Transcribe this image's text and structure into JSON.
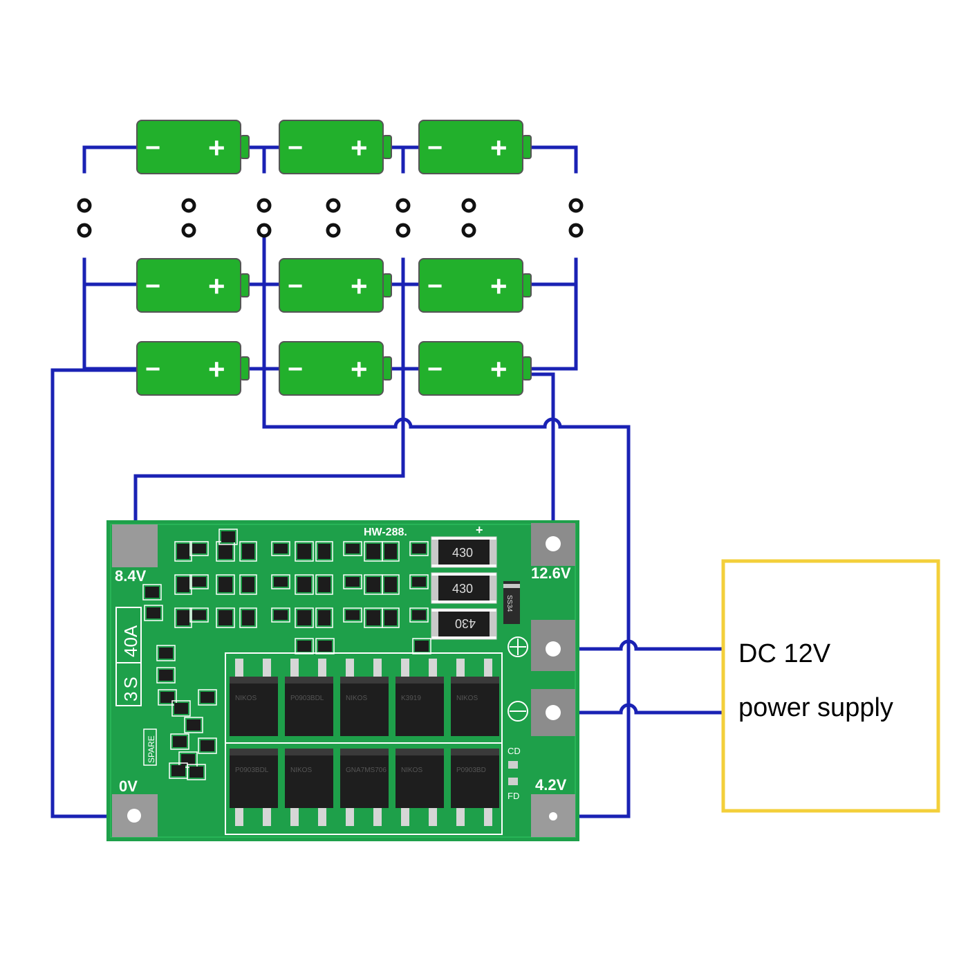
{
  "colors": {
    "wire": "#1a22b4",
    "battery_fill": "#22b02c",
    "battery_stroke": "#555555",
    "pcb": "#1ea04a",
    "pcb_dark": "#127a36",
    "supply_border": "#f3cf3a",
    "pad": "#9a9a9a"
  },
  "battery": {
    "minus_symbol": "−",
    "plus_symbol": "+",
    "grid": {
      "rows": 3,
      "columns": 3
    }
  },
  "board": {
    "model": "HW-288.",
    "spec_cells": "3S",
    "spec_current": "40A",
    "spare_label": "SPARE",
    "cd_label": "CD",
    "fd_label": "FD",
    "diode_marking": "SS34",
    "resistors": [
      "430",
      "430",
      "430"
    ],
    "plus_sign": "+",
    "pads": {
      "v84": "8.4V",
      "v126": "12.6V",
      "v0": "0V",
      "v42": "4.2V"
    },
    "mosfet_markings": [
      "NIKOS",
      "P0903BDL",
      "NIKOS",
      "K3919",
      "NIKOS",
      "P0903BDL",
      "NIKOS",
      "GNA7MS706",
      "NIKOS",
      "P0903BD"
    ]
  },
  "supply": {
    "line1": "DC 12V",
    "line2": "power supply"
  }
}
